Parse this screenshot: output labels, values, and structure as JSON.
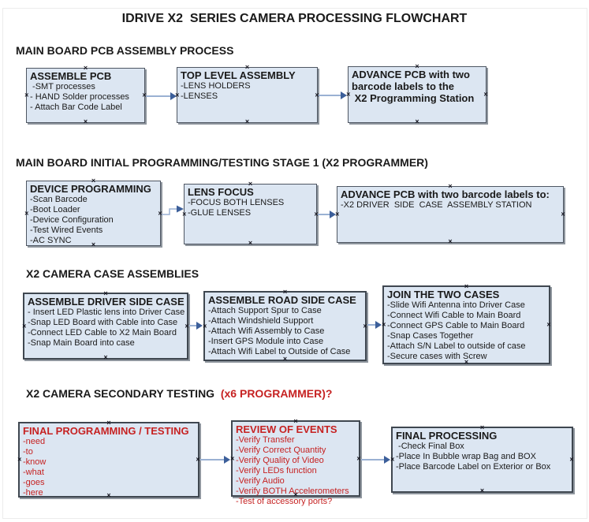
{
  "title": "IDRIVE X2  SERIES CAMERA PROCESSING FLOWCHART",
  "glyphs": {
    "connection_marker": "×"
  },
  "colors": {
    "box_fill": "#dce6f2",
    "box_border": "#4e5662",
    "arrow_line": "#9ab1d3",
    "arrow_head": "#3c5f9a",
    "red_text": "#c62222",
    "black_text": "#1a1a1a"
  },
  "sections": [
    {
      "heading": "MAIN BOARD PCB ASSEMBLY PROCESS",
      "boxes": [
        {
          "title": "ASSEMBLE PCB",
          "items": [
            " -SMT processes",
            "- HAND Solder processes",
            "- Attach Bar Code Label"
          ]
        },
        {
          "title": "TOP LEVEL ASSEMBLY",
          "items": [
            "-LENS HOLDERS",
            "-LENSES"
          ]
        },
        {
          "title": "ADVANCE PCB with two\nbarcode labels to the\n X2 Programming Station",
          "items": []
        }
      ]
    },
    {
      "heading": "MAIN BOARD INITIAL PROGRAMMING/TESTING STAGE 1 (X2 PROGRAMMER)",
      "boxes": [
        {
          "title": "DEVICE PROGRAMMING",
          "items": [
            "-Scan Barcode",
            "-Boot Loader",
            "-Device Configuration",
            "-Test Wired Events",
            "-AC SYNC"
          ]
        },
        {
          "title": "LENS FOCUS",
          "items": [
            "-FOCUS BOTH LENSES",
            "-GLUE LENSES"
          ]
        },
        {
          "title": "ADVANCE PCB with two barcode labels to:",
          "items": [
            "-X2 DRIVER  SIDE  CASE  ASSEMBLY STATION"
          ]
        }
      ]
    },
    {
      "heading": "X2 CAMERA CASE ASSEMBLIES",
      "boxes": [
        {
          "title": "ASSEMBLE DRIVER SIDE CASE",
          "items": [
            "- Insert LED Plastic lens into Driver Case",
            "-Snap LED Board with Cable into Case",
            "-Connect LED Cable to X2 Main Board",
            "-Snap Main Board into case"
          ]
        },
        {
          "title": "ASSEMBLE ROAD SIDE CASE",
          "items": [
            "-Attach Support Spur to Case",
            "-Attach Windshield Support",
            "-Attach Wifi Assembly to Case",
            "-Insert GPS Module into Case",
            "-Attach Wifi Label to Outside of Case"
          ]
        },
        {
          "title": "JOIN THE TWO CASES",
          "items": [
            "-Slide Wifi Antenna into Driver Case",
            "-Connect Wifi Cable to Main Board",
            "-Connect GPS Cable to Main Board",
            "-Snap Cases Together",
            "-Attach S/N Label to outside of case",
            "-Secure cases with Screw"
          ]
        }
      ]
    },
    {
      "heading": "X2 CAMERA SECONDARY TESTING",
      "heading_suffix": "  (x6 PROGRAMMER)?",
      "boxes": [
        {
          "title": "FINAL PROGRAMMING / TESTING",
          "items": [
            "-need",
            "-to",
            "-know",
            "-what",
            "-goes",
            "-here"
          ]
        },
        {
          "title": "REVIEW OF EVENTS",
          "items": [
            "-Verify Transfer",
            "-Verify Correct Quantity",
            "-Verify Quality of Video",
            "-Verify LEDs function",
            "-Verify Audio",
            "-Verify BOTH Accelerometers",
            "-Test of accessory ports?"
          ]
        },
        {
          "title": "FINAL PROCESSING",
          "items": [
            " -Check Final Box",
            "-Place In Bubble wrap Bag and BOX",
            "-Place Barcode Label on Exterior or Box"
          ]
        }
      ]
    }
  ]
}
